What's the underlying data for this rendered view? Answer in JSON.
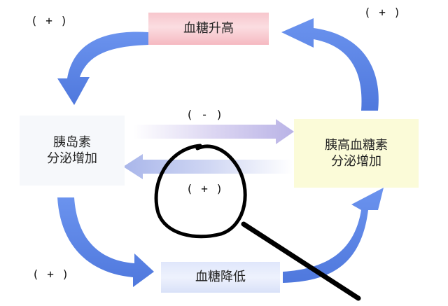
{
  "nodes": {
    "top": "血糖升高",
    "left_line1": "胰岛素",
    "left_line2": "分泌增加",
    "right_line1": "胰高血糖素",
    "right_line2": "分泌增加",
    "bottom": "血糖降低"
  },
  "signs": {
    "top_left": "( + )",
    "top_right": "( + )",
    "middle_upper": "( - )",
    "middle_circled": "( + )",
    "bottom_left": "( + )"
  },
  "colors": {
    "arrow_blue": "#5b86e8",
    "box_top_pink": "#f7c6cc",
    "box_right_yellow": "#fbfbd8",
    "box_bottom_blue": "#dfe6fb",
    "annotation_black": "#000000"
  }
}
